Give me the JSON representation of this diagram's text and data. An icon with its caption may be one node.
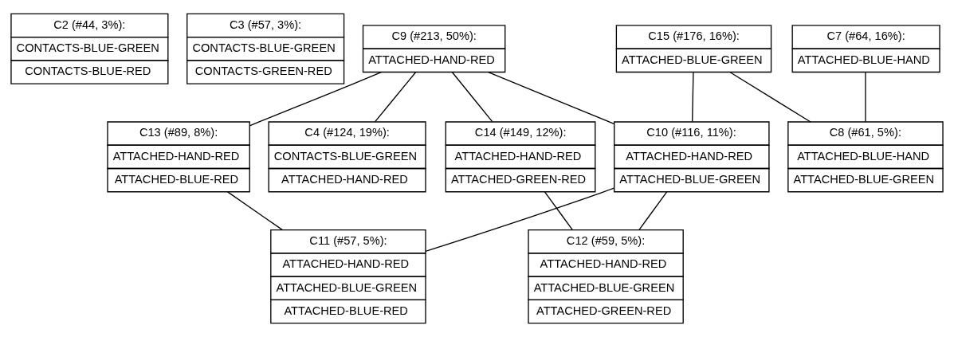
{
  "diagram": {
    "nodes": [
      {
        "text": [
          "C2 (#44, 3%):",
          "CONTACTS-BLUE-GREEN",
          "CONTACTS-BLUE-RED"
        ]
      },
      {
        "text": [
          "C3 (#57, 3%):",
          "CONTACTS-BLUE-GREEN",
          "CONTACTS-GREEN-RED"
        ]
      },
      {
        "text": [
          "C9 (#213, 50%):",
          "ATTACHED-HAND-RED"
        ]
      },
      {
        "text": [
          "C15 (#176, 16%):",
          "ATTACHED-BLUE-GREEN"
        ]
      },
      {
        "text": [
          "C7 (#64, 16%):",
          "ATTACHED-BLUE-HAND"
        ]
      },
      {
        "text": [
          "C14 (#149, 12%):",
          "ATTACHED-HAND-RED",
          "ATTACHED-GREEN-RED"
        ]
      },
      {
        "text": [
          "C4 (#124, 19%):",
          "CONTACTS-BLUE-GREEN",
          "ATTACHED-HAND-RED"
        ]
      },
      {
        "text": [
          "C13 (#89, 8%):",
          "ATTACHED-HAND-RED",
          "ATTACHED-BLUE-RED"
        ]
      },
      {
        "text": [
          "C10 (#116, 11%):",
          "ATTACHED-HAND-RED",
          "ATTACHED-BLUE-GREEN"
        ]
      },
      {
        "text": [
          "C8 (#61, 5%):",
          "ATTACHED-BLUE-HAND",
          "ATTACHED-BLUE-GREEN"
        ]
      },
      {
        "text": [
          "C12 (#59, 5%):",
          "ATTACHED-HAND-RED",
          "ATTACHED-BLUE-GREEN",
          "ATTACHED-GREEN-RED"
        ]
      },
      {
        "text": [
          "C11 (#57, 5%):",
          "ATTACHED-HAND-RED",
          "ATTACHED-BLUE-GREEN",
          "ATTACHED-BLUE-RED"
        ]
      }
    ],
    "edges": [
      {
        "from": 2,
        "to": 5,
        "arrow": "none"
      },
      {
        "from": 2,
        "to": 6,
        "arrow": "none"
      },
      {
        "from": 2,
        "to": 7,
        "arrow": "none"
      },
      {
        "from": 2,
        "to": 8,
        "arrow": "none"
      },
      {
        "from": 3,
        "to": 8,
        "arrow": "none"
      },
      {
        "from": 3,
        "to": 9,
        "arrow": "none"
      },
      {
        "from": 4,
        "to": 9,
        "arrow": "none"
      },
      {
        "from": 5,
        "to": 10,
        "arrow": "none"
      },
      {
        "from": 8,
        "to": 10,
        "arrow": "none"
      },
      {
        "from": 7,
        "to": 11,
        "arrow": "none"
      },
      {
        "from": 8,
        "to": 11,
        "arrow": "none"
      }
    ]
  }
}
